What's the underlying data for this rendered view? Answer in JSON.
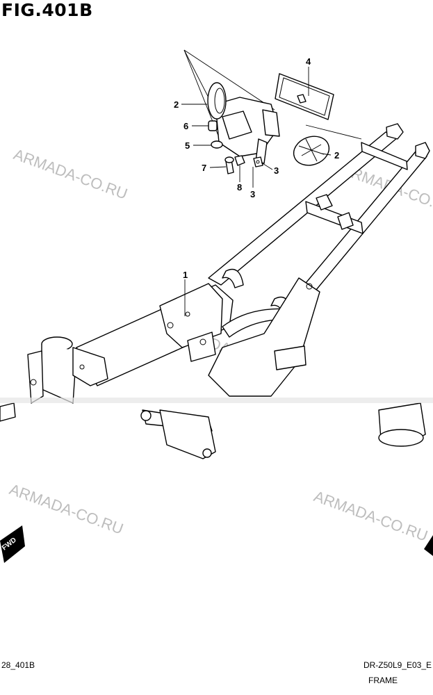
{
  "figure": {
    "title": "FIG.401B"
  },
  "callouts": [
    {
      "id": "1",
      "label": "1"
    },
    {
      "id": "2a",
      "label": "2"
    },
    {
      "id": "2b",
      "label": "2"
    },
    {
      "id": "3a",
      "label": "3"
    },
    {
      "id": "3b",
      "label": "3"
    },
    {
      "id": "4",
      "label": "4"
    },
    {
      "id": "5",
      "label": "5"
    },
    {
      "id": "6",
      "label": "6"
    },
    {
      "id": "7",
      "label": "7"
    },
    {
      "id": "8",
      "label": "8"
    }
  ],
  "watermarks": [
    "ARMADA-CO.RU",
    "ARMADA-CO.RU",
    "ARMADA-CO.RU",
    "ARMADA-CO.RU",
    "ARMADA-CO.RU"
  ],
  "direction_badge": "FWD",
  "footer": {
    "left_code": "28_401B",
    "model_code": "DR-Z50L9_E03_E",
    "section": "FRAME"
  },
  "colors": {
    "ink": "#000000",
    "watermark": "#bdbdbd",
    "paper": "#ffffff"
  }
}
